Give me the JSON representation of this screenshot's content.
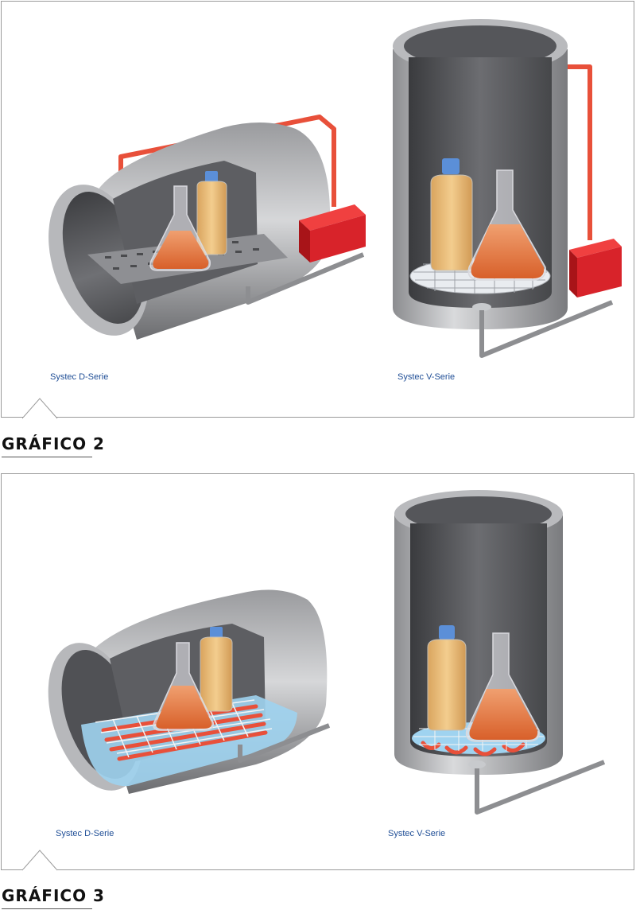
{
  "figures": [
    {
      "title": "GRÁFICO 2",
      "left_caption": "Systec D-Serie",
      "right_caption": "Systec V-Serie"
    },
    {
      "title": "GRÁFICO 3",
      "left_caption": "Systec D-Serie",
      "right_caption": "Systec V-Serie"
    }
  ],
  "colors": {
    "steel_dark": "#4e4f52",
    "steel_light": "#c9cacc",
    "heating_pipe": "#e8503a",
    "heater_box": "#d8232a",
    "water": "#9fd3f0",
    "liquid": "#e07a3c",
    "bottle_liquid": "#e8b970",
    "caption_blue": "#1f4e96"
  },
  "icons": [
    "heater-box-icon",
    "flask-icon",
    "bottle-icon",
    "drain-pipe-icon"
  ]
}
